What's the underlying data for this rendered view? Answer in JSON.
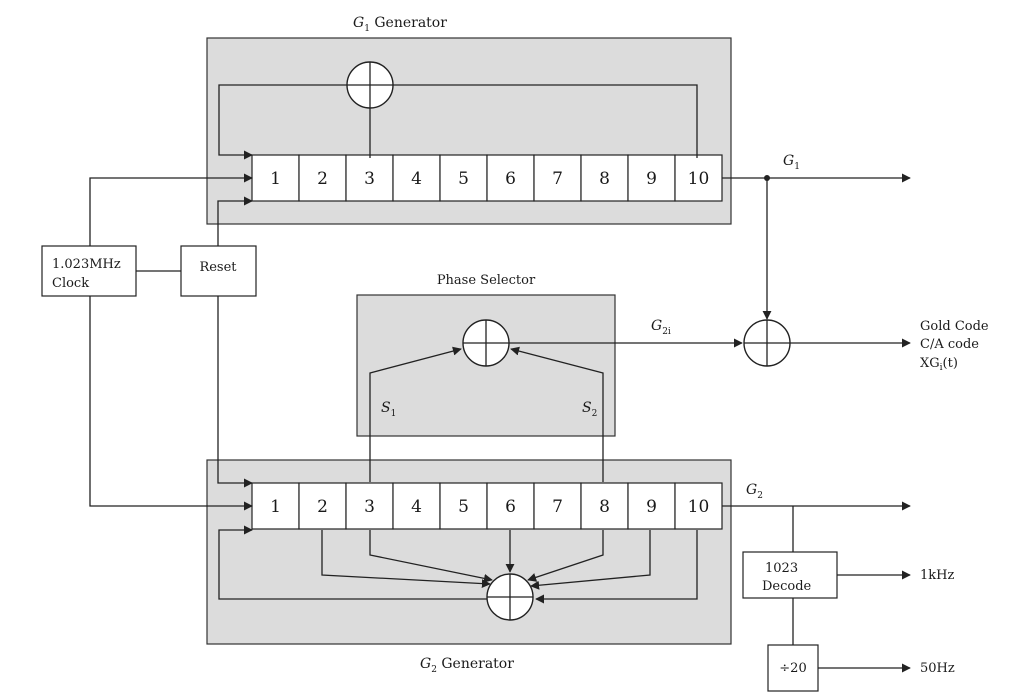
{
  "g1_generator": {
    "title": "G",
    "title_sub": "1",
    "title_rest": " Generator",
    "cells": [
      "1",
      "2",
      "3",
      "4",
      "5",
      "6",
      "7",
      "8",
      "9",
      "10"
    ]
  },
  "g2_generator": {
    "title": "G",
    "title_sub": "2",
    "title_rest": " Generator",
    "cells": [
      "1",
      "2",
      "3",
      "4",
      "5",
      "6",
      "7",
      "8",
      "9",
      "10"
    ]
  },
  "phase_selector": {
    "title": "Phase Selector",
    "s1": "S",
    "s1_sub": "1",
    "s2": "S",
    "s2_sub": "2"
  },
  "clock": {
    "line1": "1.023MHz",
    "line2": "Clock"
  },
  "reset": {
    "label": "Reset"
  },
  "signals": {
    "g1": "G",
    "g1_sub": "1",
    "g2": "G",
    "g2_sub": "2",
    "g2i": "G",
    "g2i_sub": "2i"
  },
  "output": {
    "line1": "Gold Code",
    "line2": "C/A code",
    "line3_main": "XG",
    "line3_sub": "i",
    "line3_rest": "(t)"
  },
  "decode": {
    "line1": "1023",
    "line2": "Decode",
    "out": "1kHz"
  },
  "divider": {
    "label": "÷20",
    "out": "50Hz"
  },
  "colors": {
    "panel": "#dcdcdc",
    "line": "#222222"
  }
}
